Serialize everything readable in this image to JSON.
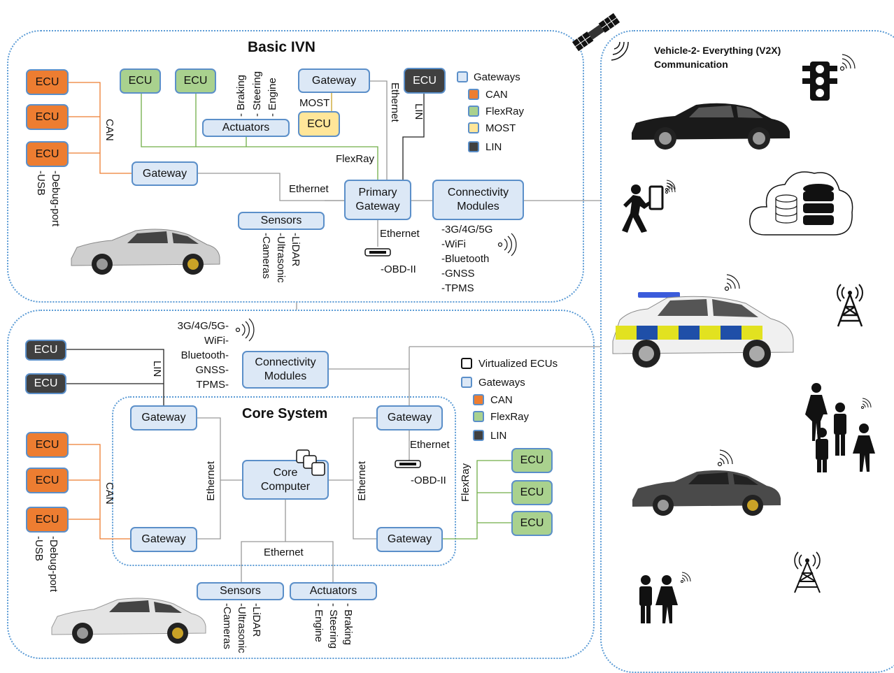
{
  "basic_ivn": {
    "title": "Basic IVN",
    "ecu": "ECU",
    "gateway": "Gateway",
    "primary_gateway_1": "Primary",
    "primary_gateway_2": "Gateway",
    "connectivity_1": "Connectivity",
    "connectivity_2": "Modules",
    "actuators": "Actuators",
    "sensors": "Sensors",
    "can": "CAN",
    "lin": "LIN",
    "most": "MOST",
    "ethernet": "Ethernet",
    "flexray": "FlexRay",
    "obd": "-OBD-II",
    "actuator_items": [
      "- Braking",
      "- Steering",
      "- Engine"
    ],
    "sensor_items": [
      "-LiDAR",
      "-Ultrasonic",
      "-Cameras"
    ],
    "port_items": [
      "-Debug-port",
      "-USB"
    ],
    "connectivity_items": [
      "-3G/4G/5G",
      "-WiFi",
      "-Bluetooth",
      "-GNSS",
      "-TPMS"
    ],
    "legend": [
      "Gateways",
      "CAN",
      "FlexRay",
      "MOST",
      "LIN"
    ]
  },
  "core": {
    "title": "Core System",
    "ecu": "ECU",
    "gateway": "Gateway",
    "core_computer_1": "Core",
    "core_computer_2": "Computer",
    "connectivity_1": "Connectivity",
    "connectivity_2": "Modules",
    "sensors": "Sensors",
    "actuators": "Actuators",
    "can": "CAN",
    "lin": "LIN",
    "ethernet": "Ethernet",
    "flexray": "FlexRay",
    "obd": "-OBD-II",
    "connectivity_items": [
      "3G/4G/5G-",
      "WiFi-",
      "Bluetooth-",
      "GNSS-",
      "TPMS-"
    ],
    "actuator_items": [
      "- Braking",
      "- Steering",
      "- Engine"
    ],
    "sensor_items": [
      "-LiDAR",
      "-Ultrasonic",
      "-Cameras"
    ],
    "port_items": [
      "-Debug-port",
      "-USB"
    ],
    "legend": [
      "Virtualized ECUs",
      "Gateways",
      "CAN",
      "FlexRay",
      "LIN"
    ]
  },
  "v2x": {
    "title_1": "Vehicle-2- Everything (V2X)",
    "title_2": "Communication"
  },
  "colors": {
    "can": "#ed7d31",
    "flexray": "#a9d18e",
    "most": "#ffe699",
    "lin": "#404040",
    "gateway": "#dce8f6",
    "border": "#5b9bd5"
  },
  "icons": [
    "satellite-icon",
    "traffic-light-icon",
    "car-icon",
    "pedestrian-phone-icon",
    "cloud-database-icon",
    "police-car-icon",
    "cell-tower-icon",
    "people-group-icon",
    "couple-icon",
    "wireless-signal-icon",
    "virtual-ecus-icon",
    "obd-port-icon"
  ]
}
